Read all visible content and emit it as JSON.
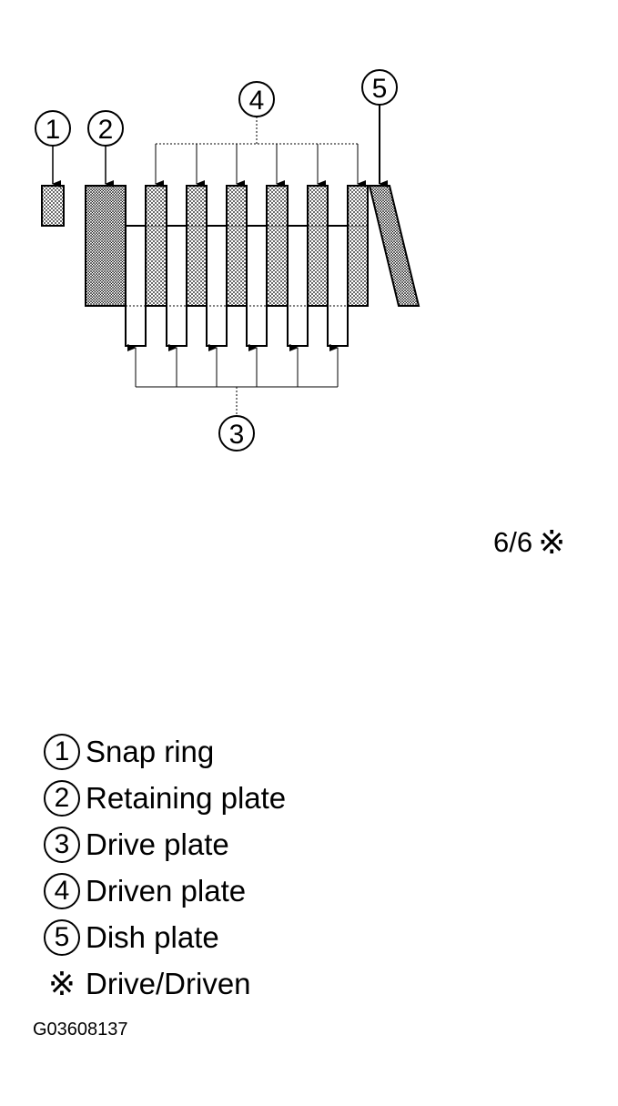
{
  "callouts": {
    "c1": "1",
    "c2": "2",
    "c3": "3",
    "c4": "4",
    "c5": "5"
  },
  "ratio": {
    "text": "6/6",
    "mark": "※"
  },
  "legend": [
    {
      "num": "1",
      "text": "Snap ring"
    },
    {
      "num": "2",
      "text": "Retaining plate"
    },
    {
      "num": "3",
      "text": "Drive plate"
    },
    {
      "num": "4",
      "text": "Driven plate"
    },
    {
      "num": "5",
      "text": "Dish plate"
    },
    {
      "num": "※",
      "text": "Drive/Driven"
    }
  ],
  "figure_code": "G03608137",
  "colors": {
    "line": "#000000",
    "background": "#ffffff"
  }
}
